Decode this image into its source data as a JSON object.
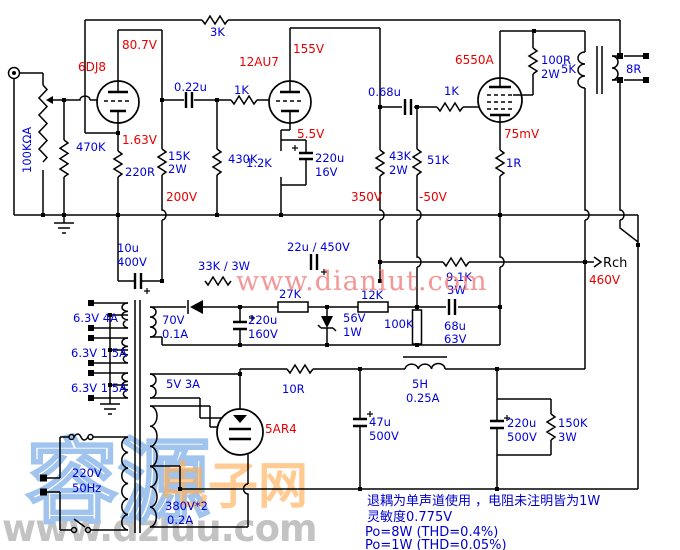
{
  "tubes": {
    "v1": "6DJ8",
    "v2": "12AU7",
    "v3": "6550A",
    "v4": "5AR4"
  },
  "voltages": {
    "v1_plate": "80.7V",
    "v1_cathode": "1.63V",
    "rail200": "200V",
    "v2_plate": "155V",
    "v2_cathode": "5.5V",
    "rail350": "350V",
    "bias": "-50V",
    "v3_cathode": "75mV",
    "rail460": "460V"
  },
  "node": {
    "rch": "Rch"
  },
  "components": {
    "r3k": "3K",
    "pot": "100KΩA",
    "r470k": "470K",
    "r220r": "220R",
    "r15k": "15K",
    "r15k_w": "2W",
    "r430k": "430K",
    "c022": "0.22u",
    "r1k_v2": "1K",
    "r1k2": "1.2K",
    "c220u16_1": "220u",
    "c220u16_2": "16V",
    "r43k": "43K",
    "r43k_w": "2W",
    "c068": "0.68u",
    "r1k_v3": "1K",
    "r51k": "51K",
    "r100r": "100R",
    "r100r_w": "2W",
    "ot_pri": "5K",
    "ot_sec": "8R",
    "r1r": "1R",
    "c10u": "10u",
    "c10u_v": "400V",
    "r33k": "33K / 3W",
    "c22u": "22u / 450V",
    "r9k1": "9.1K",
    "r9k1_w": "3W",
    "r27k": "27K",
    "r12k": "12K",
    "r100k": "100K",
    "zener": "56V",
    "zener_w": "1W",
    "c68u": "68u",
    "c68u_v": "63V",
    "c220u160_1": "220u",
    "c220u160_2": "160V",
    "w70v": "70V",
    "w70v_a": "0.1A",
    "w63v4a": "6.3V 4A",
    "w63v15a_1": "6.3V 1.5A",
    "w63v15a_2": "6.3V 1.5A",
    "w5v3a": "5V 3A",
    "w380": "380V*2",
    "w380_a": "0.2A",
    "mains": "220V",
    "mains_f": "50Hz",
    "r10r": "10R",
    "c47u": "47u",
    "c47u_v": "500V",
    "choke": "5H",
    "choke_a": "0.25A",
    "c220u500_1": "220u",
    "c220u500_2": "500V",
    "r150k": "150K",
    "r150k_w": "3W"
  },
  "notes": {
    "n1": "退耦为单声道使用 ，电阻未注明皆为1W",
    "n2": "灵敏度0.775V",
    "n3": "Po=8W (THD=0.4%)",
    "n4": "Po=1W (THD=0.05%)"
  },
  "watermarks": {
    "wm_site": "www.dianlut.com",
    "wm_cn1": "容源",
    "wm_cn2": "电子网",
    "wm_site2": "www.dzluu.com"
  },
  "colors": {
    "wire": "#000000",
    "label_blue": "#0000d8",
    "label_red": "#e80000",
    "note_blue": "#0000cc",
    "watermark_pink": "#f07070",
    "watermark_gray": "#bdbdbd",
    "watermark_orange": "#ffb05a",
    "watermark_lightblue": "#a0c4ee"
  }
}
